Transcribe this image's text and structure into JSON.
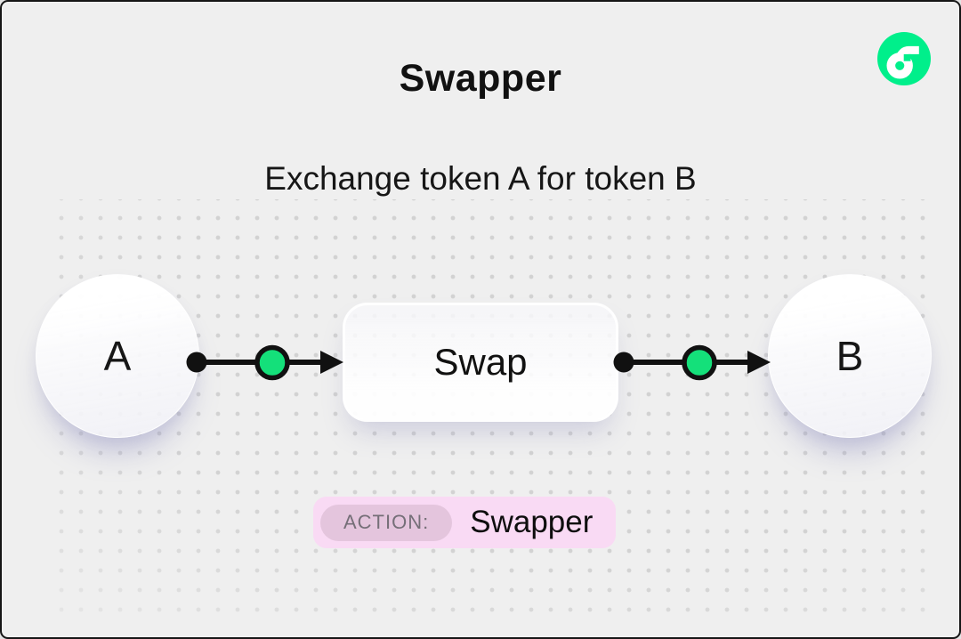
{
  "header": {
    "title": "Swapper",
    "subtitle": "Exchange token A for token B"
  },
  "logo": {
    "name": "Flow",
    "color": "#00EF8B"
  },
  "diagram": {
    "node_a": {
      "label": "A"
    },
    "swap_box": {
      "label": "Swap"
    },
    "node_b": {
      "label": "B"
    },
    "accent_green": "#14E07A",
    "line_black": "#111111"
  },
  "action_badge": {
    "label": "ACTION:",
    "value": "Swapper",
    "background": "#F9DAF4",
    "label_background": "#E4C5DD",
    "label_color": "#756F78"
  }
}
